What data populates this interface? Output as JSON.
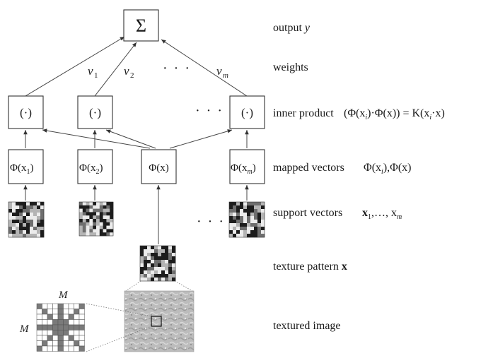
{
  "labels": {
    "output": "output",
    "weights": "weights",
    "inner_product": "inner product",
    "mapped_vectors": "mapped vectors",
    "support_vectors": "support vectors",
    "texture_pattern": "texture pattern",
    "textured_image": "textured image"
  },
  "math": {
    "output_var": "y",
    "sum_symbol": "Σ",
    "weights": [
      "v",
      "v",
      "v"
    ],
    "weight_subs": [
      "1",
      "2",
      "m"
    ],
    "inner_box": "(·)",
    "inner_formula": "(Φ(x",
    "inner_formula_b": ")·Φ(x)) = K(x",
    "inner_formula_c": "·x)",
    "inner_sub": "i",
    "phi_x": "Φ(x)",
    "phi_prefix": "Φ(x",
    "phi_suffix": ")",
    "phi_subs": [
      "1",
      "2",
      "m"
    ],
    "mapped_formula_a": "Φ(x",
    "mapped_formula_b": "),Φ(x)",
    "support_formula_a": "x",
    "support_formula_b": ",…, x",
    "support_subs": [
      "1",
      "m"
    ],
    "texture_var": "x",
    "grid_label_top": "M",
    "grid_label_left": "M",
    "ellipsis": "· · ·"
  },
  "colors": {
    "line": "#444444",
    "mask_dark": "#7a7a7a",
    "mask_light": "#ffffff",
    "texture_light": "#e6e6e6",
    "texture_dark": "#1a1a1a",
    "image_base": "#b9b9b9"
  }
}
